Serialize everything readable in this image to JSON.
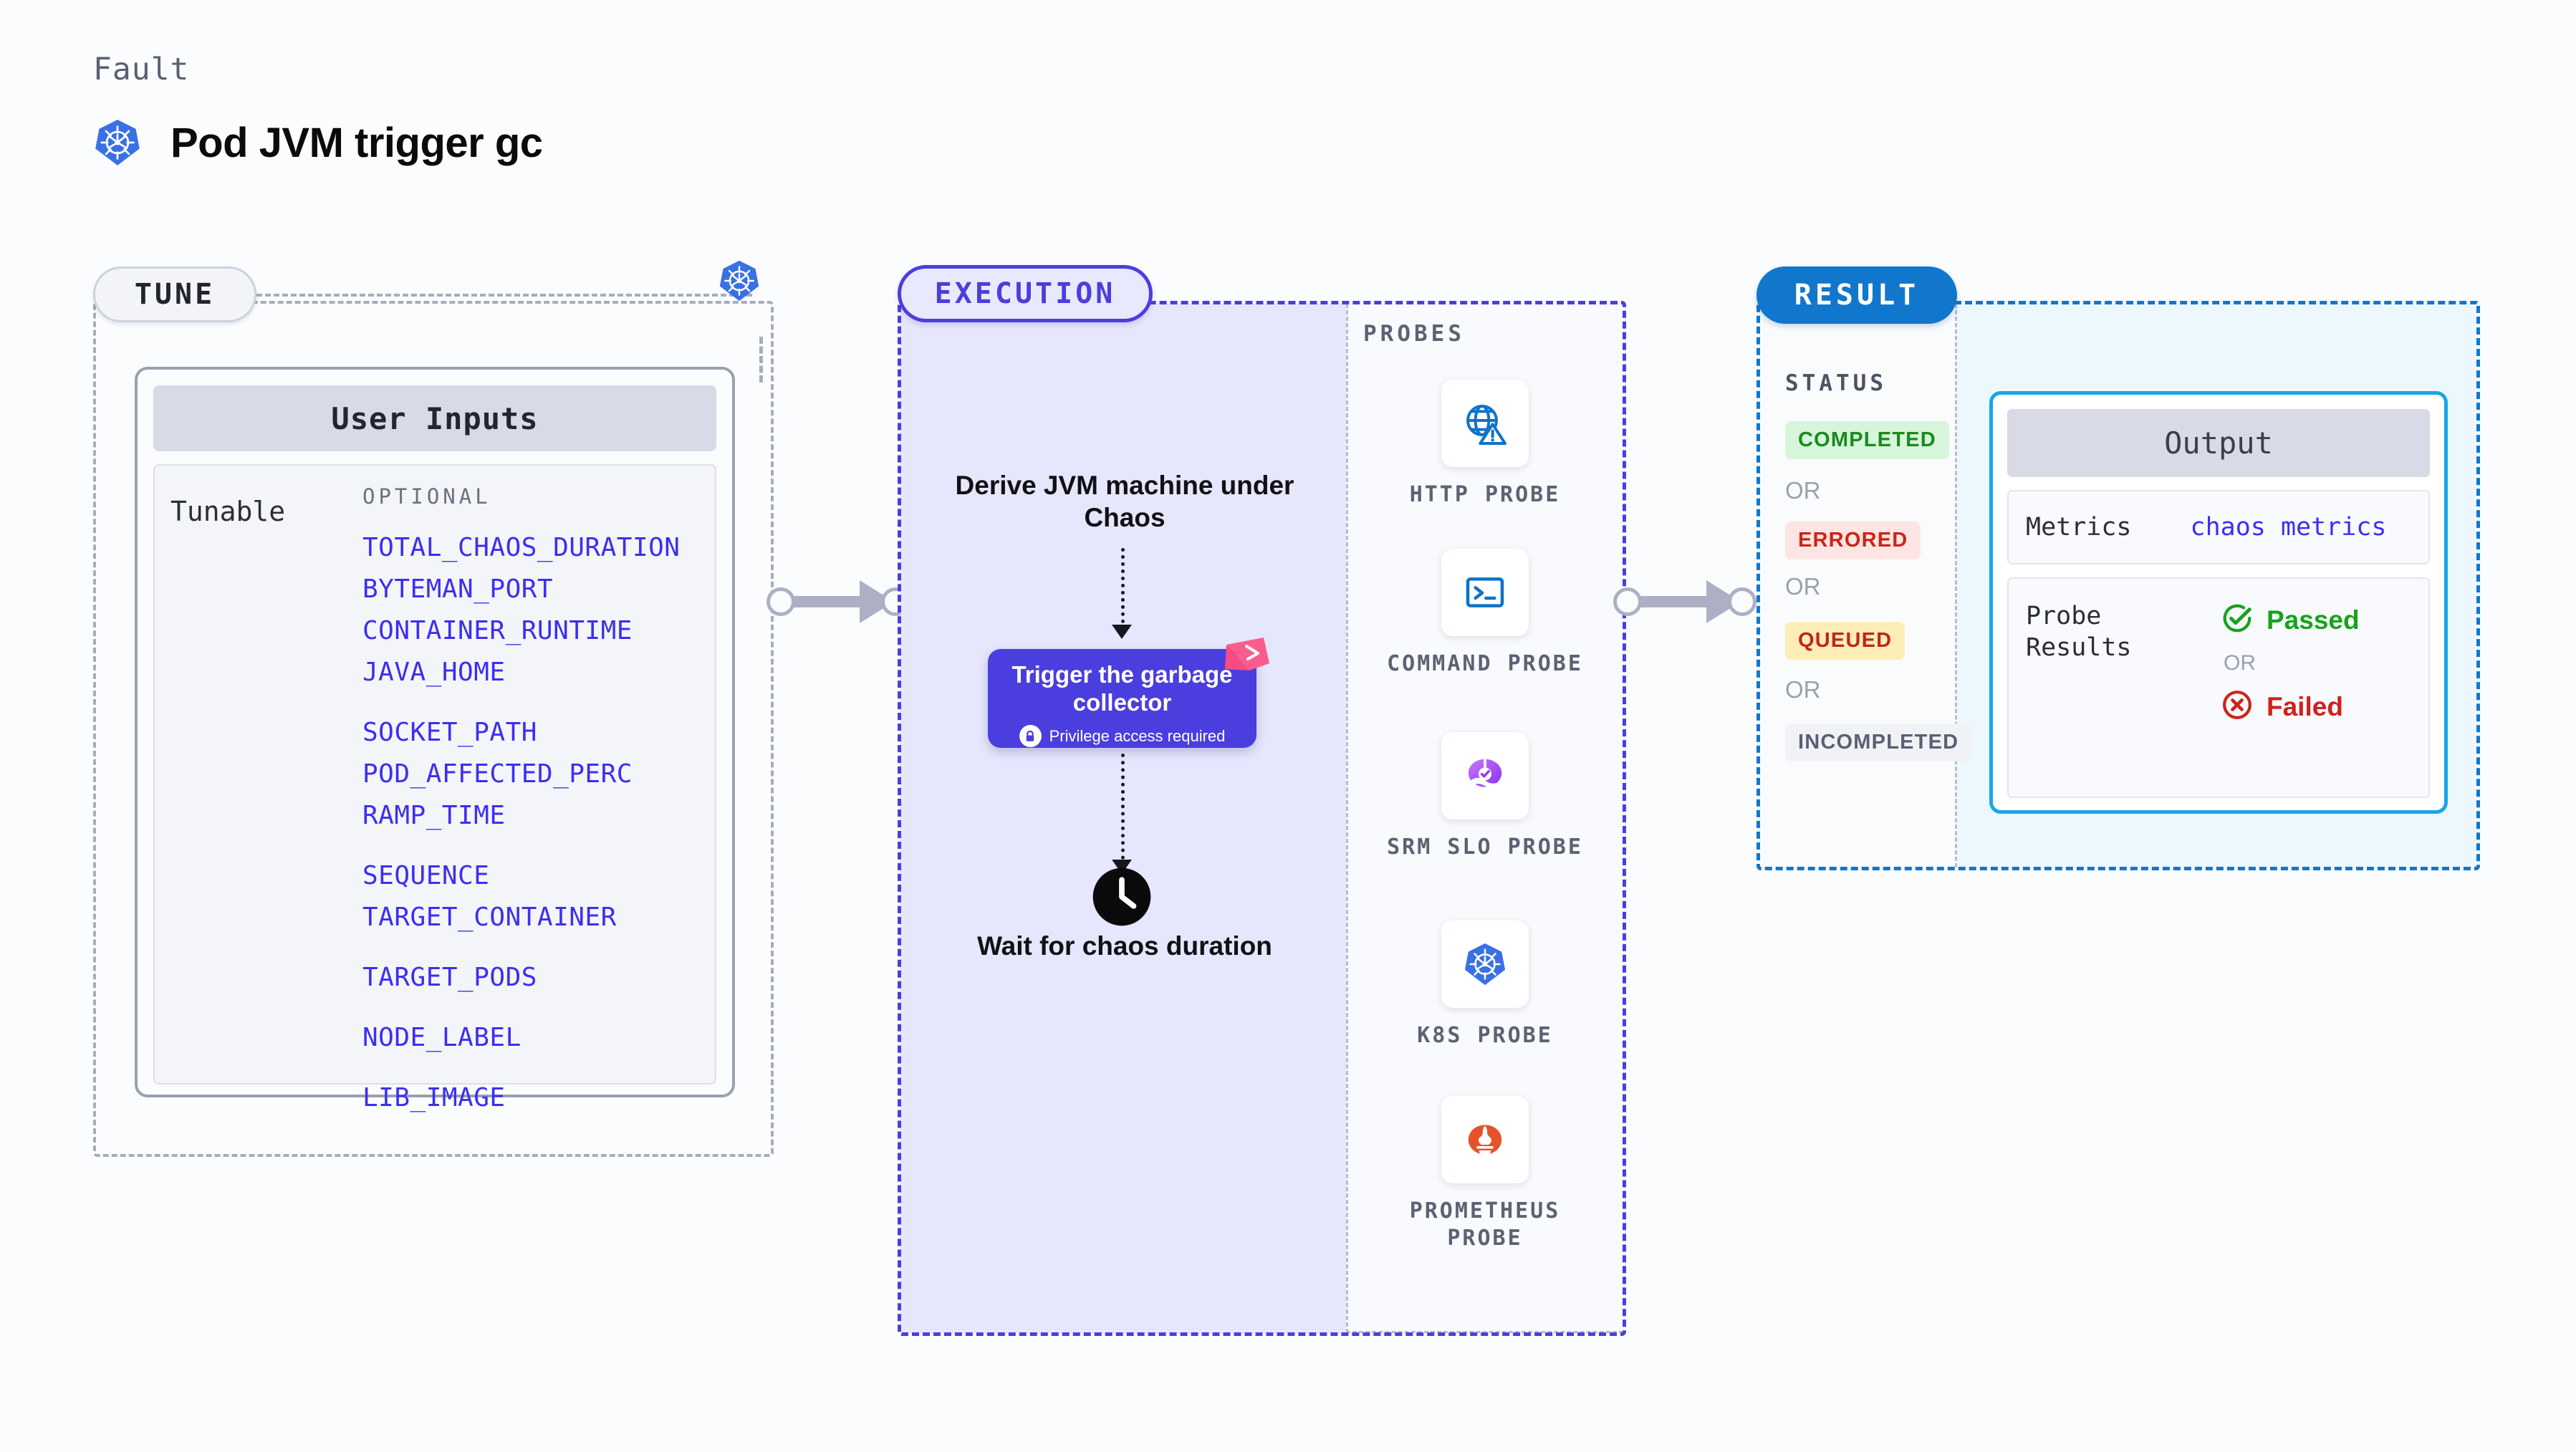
{
  "header": {
    "eyebrow": "Fault",
    "title": "Pod JVM trigger gc",
    "icon": "kubernetes-icon"
  },
  "tune": {
    "pill_label": "TUNE",
    "node_icon": "kubernetes-icon",
    "card": {
      "header": "User Inputs",
      "row_label": "Tunable",
      "section_caption": "OPTIONAL",
      "groups": [
        [
          "TOTAL_CHAOS_DURATION",
          "BYTEMAN_PORT",
          "CONTAINER_RUNTIME",
          "JAVA_HOME"
        ],
        [
          "SOCKET_PATH",
          "POD_AFFECTED_PERC",
          "RAMP_TIME"
        ],
        [
          "SEQUENCE",
          "TARGET_CONTAINER"
        ],
        [
          "TARGET_PODS"
        ],
        [
          "NODE_LABEL"
        ],
        [
          "LIB_IMAGE"
        ]
      ]
    }
  },
  "execution": {
    "pill_label": "EXECUTION",
    "step_one": "Derive JVM machine under Chaos",
    "action_card": {
      "title": "Trigger the garbage collector",
      "privilege_note": "Privilege access required",
      "lock_icon": "lock-icon",
      "ribbon_icon": "ribbon-icon"
    },
    "step_two": "Wait for chaos duration",
    "clock_icon": "clock-icon"
  },
  "probes": {
    "title": "PROBES",
    "items": [
      {
        "name": "HTTP PROBE",
        "icon": "globe-warning-icon"
      },
      {
        "name": "COMMAND PROBE",
        "icon": "terminal-icon"
      },
      {
        "name": "SRM SLO PROBE",
        "icon": "srm-slo-icon"
      },
      {
        "name": "K8S PROBE",
        "icon": "kubernetes-icon"
      },
      {
        "name": "PROMETHEUS PROBE",
        "icon": "prometheus-icon"
      }
    ]
  },
  "result": {
    "pill_label": "RESULT",
    "status_title": "STATUS",
    "or_label": "OR",
    "statuses": [
      {
        "label": "COMPLETED",
        "bg": "#d7f5da",
        "fg": "#1b8a1e"
      },
      {
        "label": "ERRORED",
        "bg": "#fde5e3",
        "fg": "#cc2418"
      },
      {
        "label": "QUEUED",
        "bg": "#fdeeb8",
        "fg": "#c0251b"
      },
      {
        "label": "INCOMPLETED",
        "bg": "#f1f2f6",
        "fg": "#5a5f73"
      }
    ],
    "output": {
      "header": "Output",
      "metrics_key": "Metrics",
      "metrics_value": "chaos metrics",
      "probe_results_key": "Probe Results",
      "passed_label": "Passed",
      "failed_label": "Failed",
      "or_label": "OR",
      "passed_icon": "check-circle-icon",
      "failed_icon": "x-circle-icon"
    }
  },
  "colors": {
    "accent_purple": "#4b3ede",
    "accent_blue": "#1177cc",
    "param_blue": "#3b2ff0",
    "cyan_border": "#19a5e8",
    "k8s_blue": "#3970e4",
    "prometheus_orange": "#e6522c",
    "pass_green": "#16a31b",
    "fail_red": "#d0211a",
    "ribbon_pink": "#fb5c8e"
  }
}
